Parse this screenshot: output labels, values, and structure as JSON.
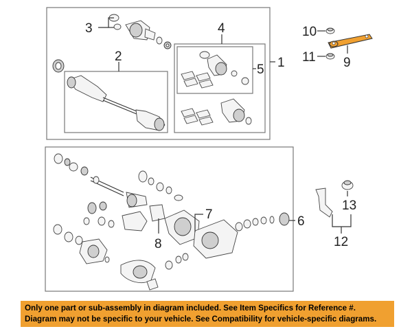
{
  "callouts": {
    "c1": "1",
    "c2": "2",
    "c3": "3",
    "c4": "4",
    "c5": "5",
    "c6": "6",
    "c7": "7",
    "c8": "8",
    "c9": "9",
    "c10": "10",
    "c11": "11",
    "c12": "12",
    "c13": "13"
  },
  "highlight_color": "#f0a030",
  "notice": {
    "line1": "Only one part or sub-assembly in diagram included. See Item Specifics for Reference #.",
    "line2": "Diagram may not be specific to your vehicle. See Compatibility for vehicle-specific diagrams."
  }
}
